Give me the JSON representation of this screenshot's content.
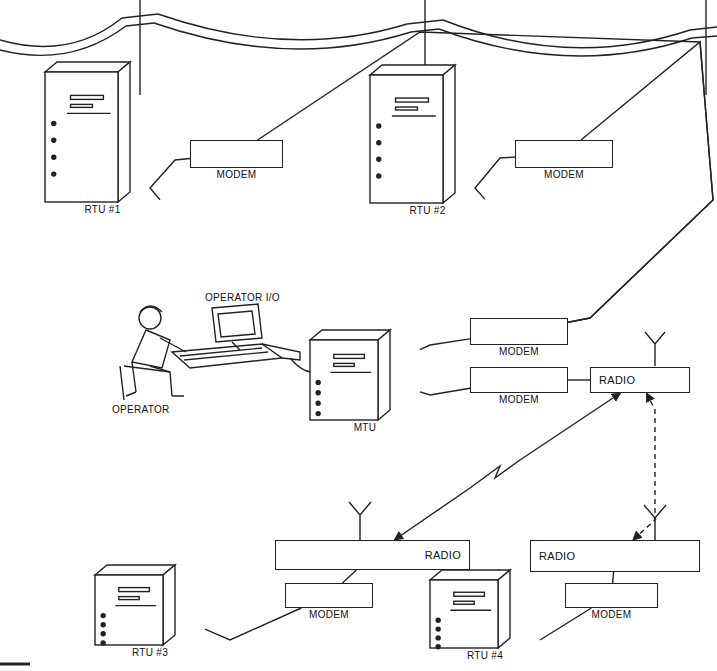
{
  "diagram": {
    "nodes": [
      {
        "text": [
          "RTU #1"
        ]
      },
      {
        "text": [
          "MODEM"
        ]
      },
      {
        "text": [
          "RTU #2"
        ]
      },
      {
        "text": [
          "MODEM"
        ]
      },
      {
        "text": [
          "MTU"
        ]
      },
      {
        "text": [
          "MODEM"
        ]
      },
      {
        "text": [
          "MODEM"
        ]
      },
      {
        "text": [
          "RADIO"
        ]
      },
      {
        "text": [
          "RADIO"
        ]
      },
      {
        "text": [
          "RADIO"
        ]
      },
      {
        "text": [
          "MODEM"
        ]
      },
      {
        "text": [
          "MODEM"
        ]
      },
      {
        "text": [
          "RTU #3"
        ]
      },
      {
        "text": [
          "RTU #4"
        ]
      }
    ],
    "edges": [
      {
        "from": 0,
        "to": 1,
        "arrow": "none"
      },
      {
        "from": 2,
        "to": 3,
        "arrow": "none"
      },
      {
        "from": 1,
        "to": 5,
        "arrow": "none"
      },
      {
        "from": 3,
        "to": 5,
        "arrow": "none"
      },
      {
        "from": 4,
        "to": 5,
        "arrow": "none"
      },
      {
        "from": 4,
        "to": 6,
        "arrow": "none"
      },
      {
        "from": 6,
        "to": 7,
        "arrow": "none"
      },
      {
        "from": 7,
        "to": 8,
        "arrow": "both"
      },
      {
        "from": 7,
        "to": 9,
        "arrow": "both"
      },
      {
        "from": 8,
        "to": 10,
        "arrow": "none"
      },
      {
        "from": 10,
        "to": 12,
        "arrow": "none"
      },
      {
        "from": 9,
        "to": 11,
        "arrow": "none"
      },
      {
        "from": 11,
        "to": 13,
        "arrow": "none"
      }
    ],
    "labels": [
      "OPERATOR I/O",
      "OPERATOR"
    ]
  }
}
